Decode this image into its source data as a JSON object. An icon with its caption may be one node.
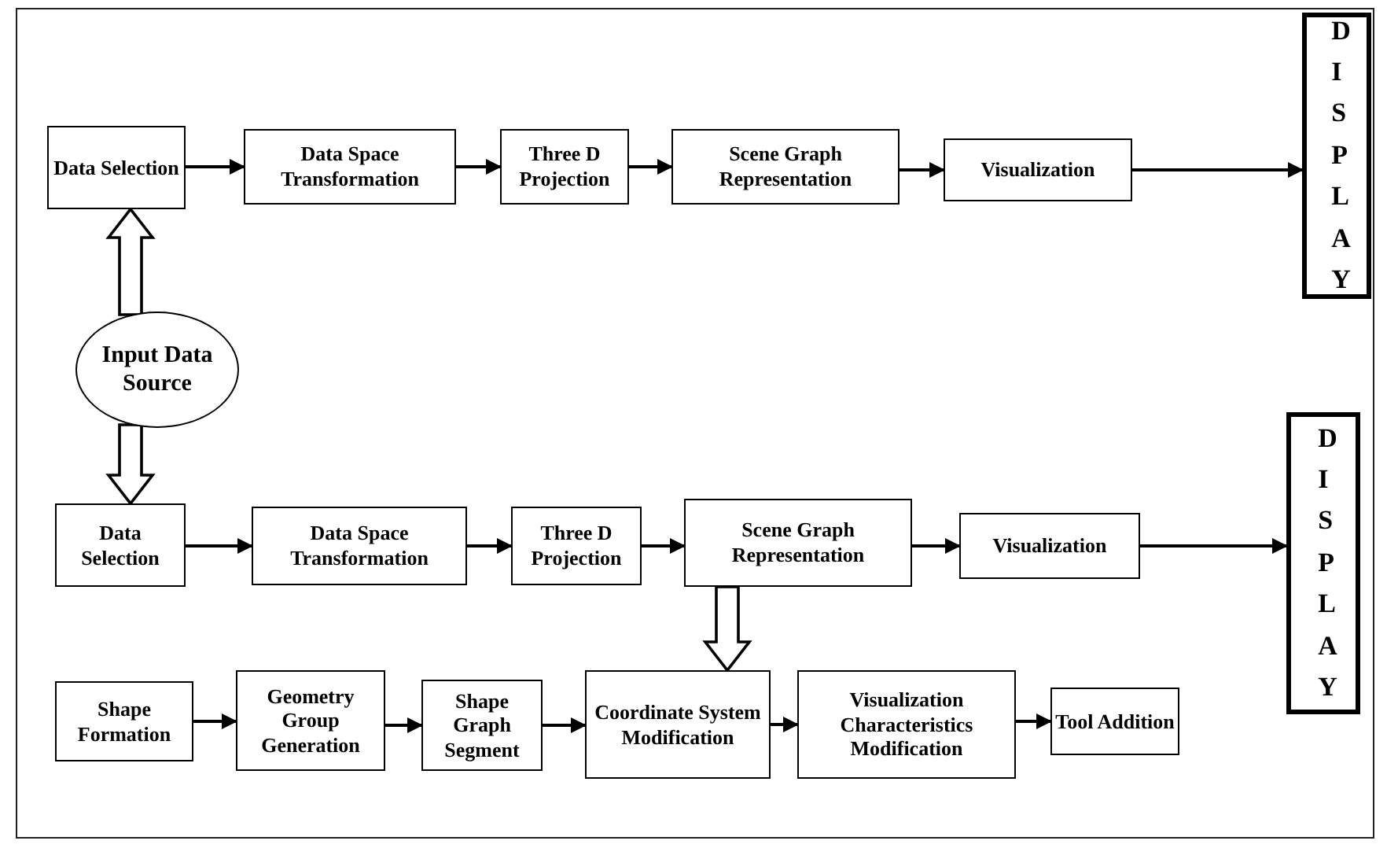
{
  "diagram": {
    "nodes": [
      {
        "text": [
          "Data Selection"
        ]
      },
      {
        "text": [
          "Data Space Transformation"
        ]
      },
      {
        "text": [
          "Three D Projection"
        ]
      },
      {
        "text": [
          "Scene Graph Representation"
        ]
      },
      {
        "text": [
          "Visualization"
        ]
      },
      {
        "text": [
          "DISPLAY"
        ]
      },
      {
        "text": [
          "Input Data Source"
        ]
      },
      {
        "text": [
          "Data Selection"
        ]
      },
      {
        "text": [
          "Data Space Transformation"
        ]
      },
      {
        "text": [
          "Three D Projection"
        ]
      },
      {
        "text": [
          "Scene Graph Representation"
        ]
      },
      {
        "text": [
          "Visualization"
        ]
      },
      {
        "text": [
          "DISPLAY"
        ]
      },
      {
        "text": [
          "Shape Formation"
        ]
      },
      {
        "text": [
          "Geometry Group Generation"
        ]
      },
      {
        "text": [
          "Shape Graph Segment"
        ]
      },
      {
        "text": [
          "Coordinate System Modification"
        ]
      },
      {
        "text": [
          "Visualization Characteristics Modification"
        ]
      },
      {
        "text": [
          "Tool Addition"
        ]
      }
    ],
    "edges": [
      {
        "from": 0,
        "to": 1,
        "arrow": "to"
      },
      {
        "from": 1,
        "to": 2,
        "arrow": "to"
      },
      {
        "from": 2,
        "to": 3,
        "arrow": "to"
      },
      {
        "from": 3,
        "to": 4,
        "arrow": "to"
      },
      {
        "from": 4,
        "to": 5,
        "arrow": "to"
      },
      {
        "from": 6,
        "to": 0,
        "arrow": "to",
        "style": "thick"
      },
      {
        "from": 6,
        "to": 7,
        "arrow": "to",
        "style": "thick"
      },
      {
        "from": 7,
        "to": 8,
        "arrow": "to"
      },
      {
        "from": 8,
        "to": 9,
        "arrow": "to"
      },
      {
        "from": 9,
        "to": 10,
        "arrow": "to"
      },
      {
        "from": 10,
        "to": 11,
        "arrow": "to"
      },
      {
        "from": 11,
        "to": 12,
        "arrow": "to"
      },
      {
        "from": 10,
        "to": 16,
        "arrow": "to",
        "style": "thick"
      },
      {
        "from": 13,
        "to": 14,
        "arrow": "to"
      },
      {
        "from": 14,
        "to": 15,
        "arrow": "to"
      },
      {
        "from": 15,
        "to": 16,
        "arrow": "to"
      },
      {
        "from": 16,
        "to": 17,
        "arrow": "to"
      },
      {
        "from": 17,
        "to": 18,
        "arrow": "to"
      }
    ]
  }
}
